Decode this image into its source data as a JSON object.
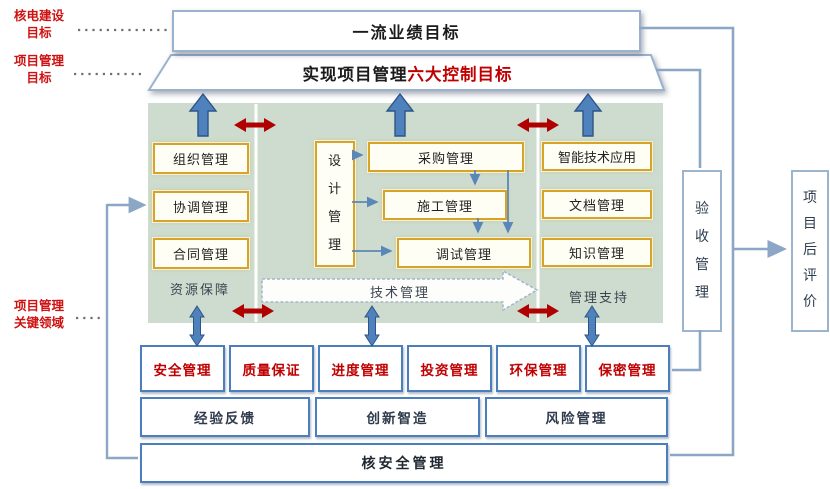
{
  "side_labels": {
    "nuclear_goal_line1": "核电建设",
    "nuclear_goal_line2": "目标",
    "pm_goal_line1": "项目管理",
    "pm_goal_line2": "目标",
    "key_area_line1": "项目管理",
    "key_area_line2": "关键领域"
  },
  "top": {
    "performance_goal": "一流业绩目标",
    "control_prefix": "实现项目管理",
    "control_highlight": "六大控制目标"
  },
  "matrix": {
    "left_column": [
      "组织管理",
      "协调管理",
      "合同管理"
    ],
    "left_footer": "资源保障",
    "design_box": "设计管理",
    "middle_boxes": [
      "采购管理",
      "施工管理",
      "调试管理"
    ],
    "tech_arrow_label": "技术管理",
    "right_column": [
      "智能技术应用",
      "文档管理",
      "知识管理"
    ],
    "right_footer": "管理支持"
  },
  "side_boxes": {
    "acceptance": "验收管理",
    "post_evaluation": "项目后评价"
  },
  "rows": {
    "control_row": [
      "安全管理",
      "质量保证",
      "进度管理",
      "投资管理",
      "环保管理",
      "保密管理"
    ],
    "support_row": [
      "经验反馈",
      "创新智造",
      "风险管理"
    ],
    "nuclear_safety": "核安全管理"
  },
  "colors": {
    "matrix_bg": "#cddcce",
    "gold_border": "#d7a426",
    "blue_row_border": "#4a7ebc",
    "connector": "#8ca6c6",
    "block_arrow_blue": "#4f81bd",
    "double_arrow_red": "#b00000",
    "highlight_red": "#c00000"
  }
}
